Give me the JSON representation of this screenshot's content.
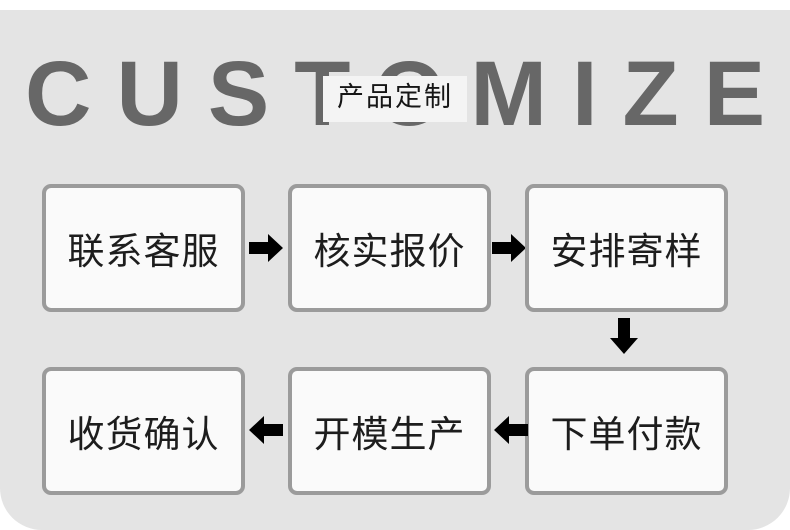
{
  "poster": {
    "background_color": "#e4e4e4",
    "title": {
      "word": "CUSTOMIZE",
      "color": "#676767",
      "overlay_label": "产品定制",
      "overlay_background": "#f4f4f4",
      "overlay_color": "#161616"
    }
  },
  "flow": {
    "box_border_color": "#9b9b9b",
    "box_fill_color": "#fafafa",
    "arrow_color": "#000000",
    "steps": [
      {
        "id": 1,
        "label": "联系客服"
      },
      {
        "id": 2,
        "label": "核实报价"
      },
      {
        "id": 3,
        "label": "安排寄样"
      },
      {
        "id": 4,
        "label": "下单付款"
      },
      {
        "id": 5,
        "label": "开模生产"
      },
      {
        "id": 6,
        "label": "收货确认"
      }
    ],
    "connectors": [
      {
        "id": 1,
        "direction": "right",
        "from": 1,
        "to": 2
      },
      {
        "id": 2,
        "direction": "right",
        "from": 2,
        "to": 3
      },
      {
        "id": 3,
        "direction": "down",
        "from": 3,
        "to": 4
      },
      {
        "id": 4,
        "direction": "left",
        "from": 4,
        "to": 5
      },
      {
        "id": 5,
        "direction": "left",
        "from": 5,
        "to": 6
      }
    ]
  }
}
